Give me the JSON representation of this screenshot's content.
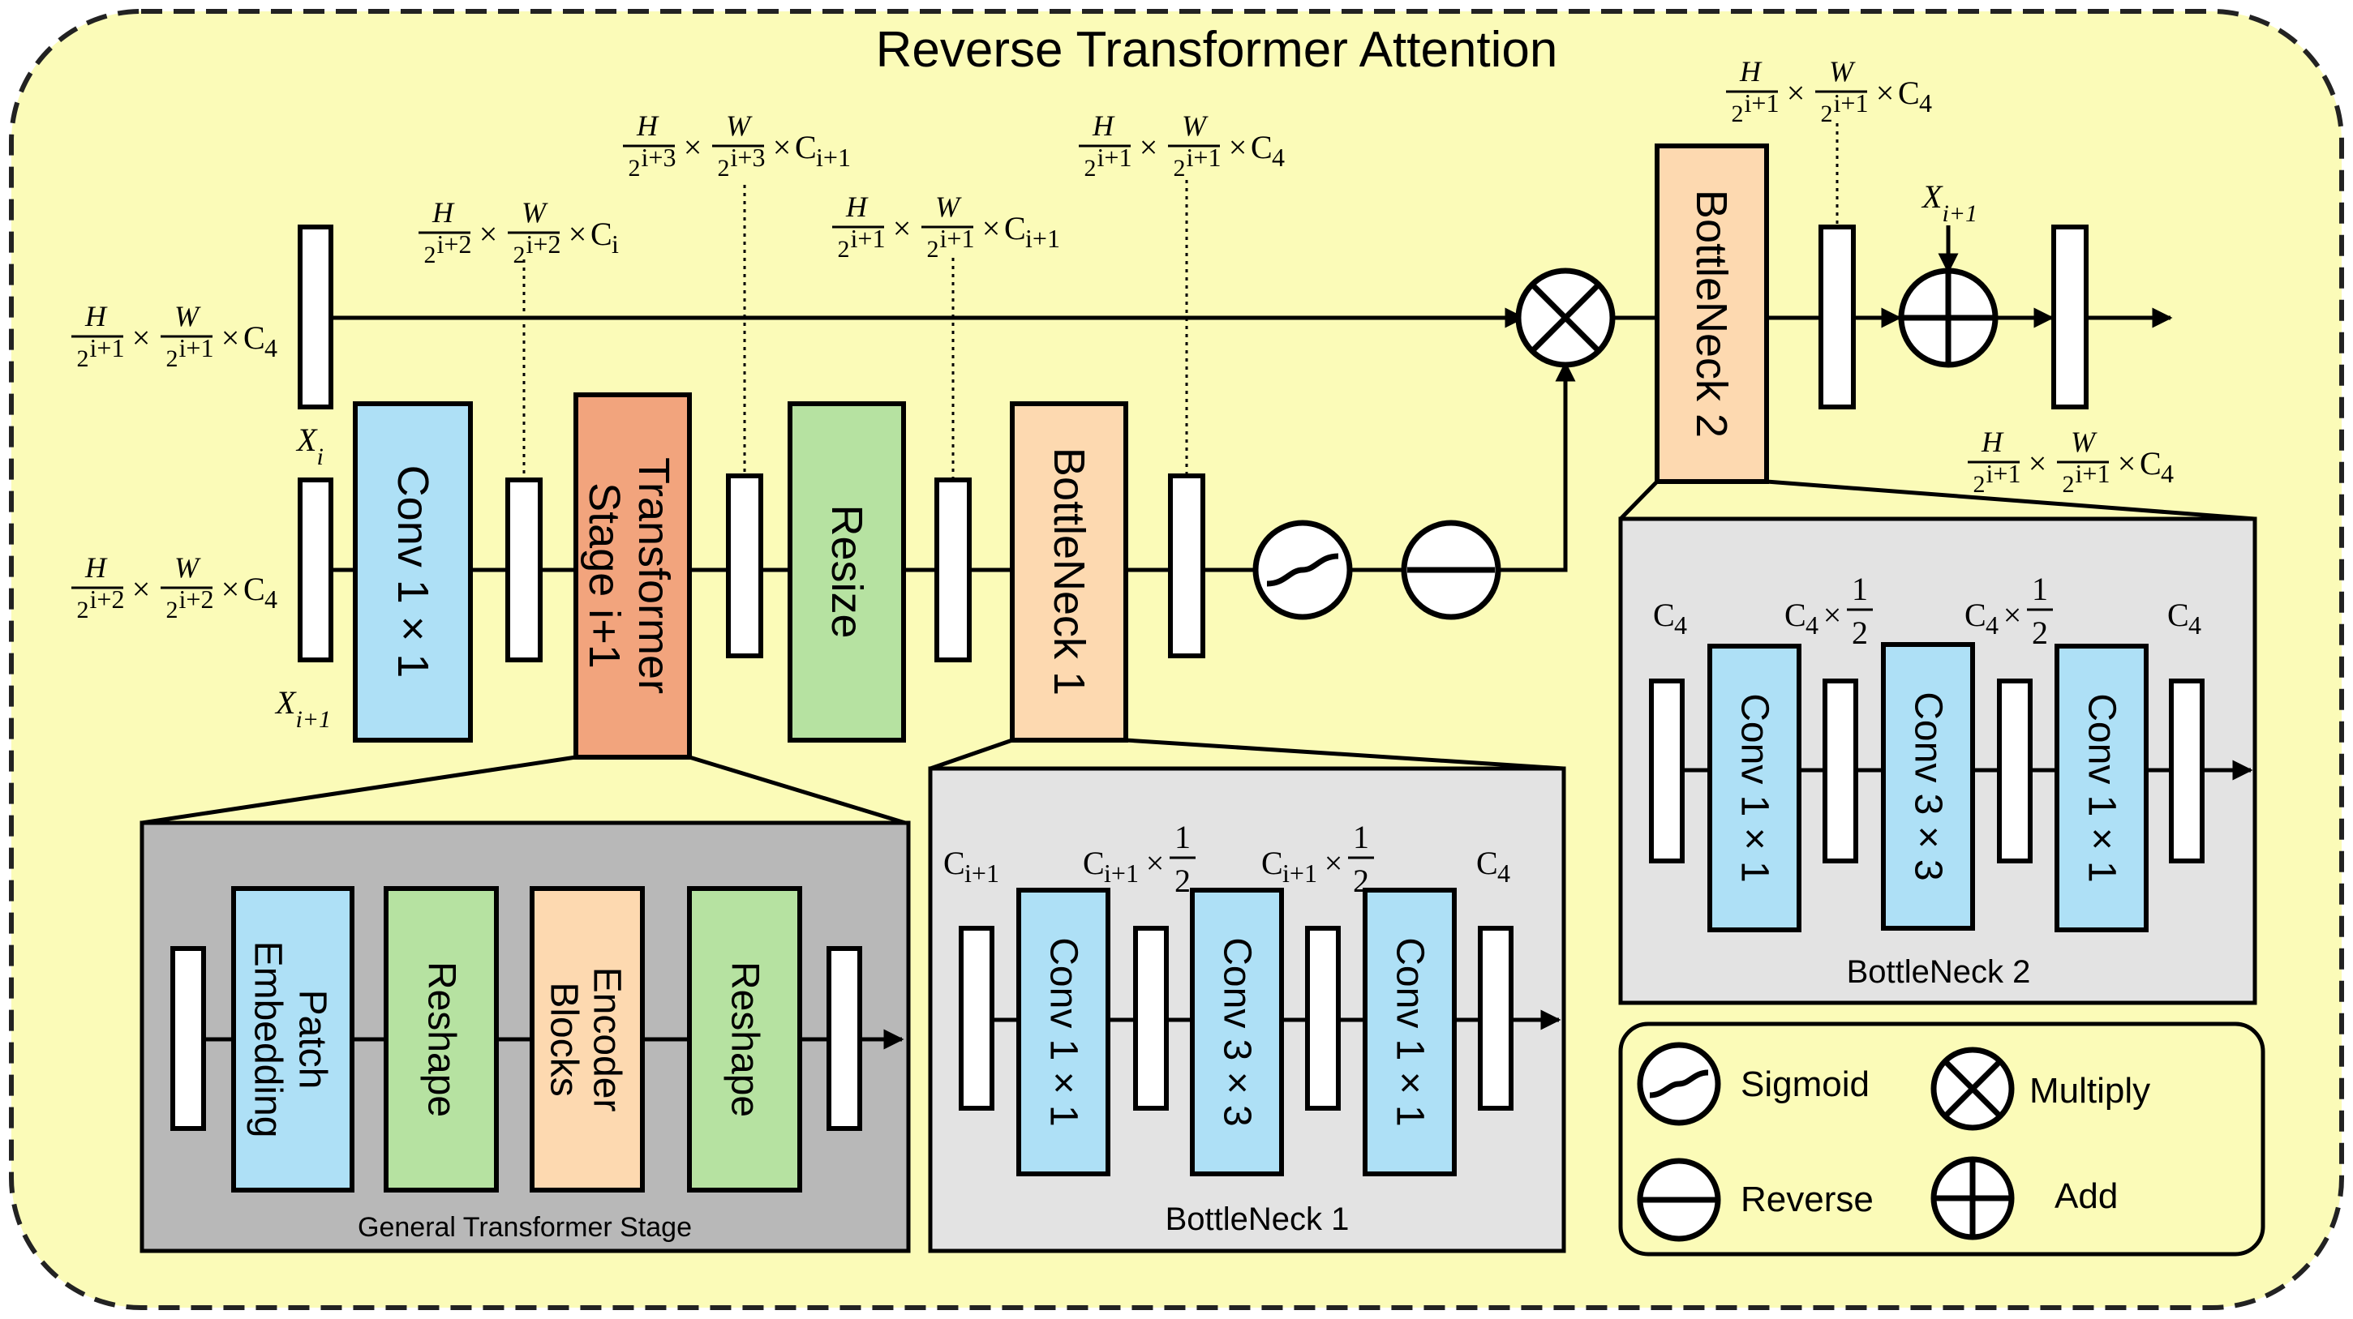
{
  "title": "Reverse Transformer Attention",
  "blocks": {
    "conv1x1": "Conv 1 × 1",
    "transformer_line1": "Transformer",
    "transformer_line2": "Stage i+1",
    "resize": "Resize",
    "bottleneck1": "BottleNeck 1",
    "bottleneck2": "BottleNeck 2"
  },
  "variables": {
    "xi": "X",
    "xi_sub": "i",
    "xi1": "X",
    "xi1_sub": "i+1",
    "xadd": "X",
    "xadd_sub": "i+1"
  },
  "dims": {
    "xi": {
      "h": "H",
      "hd": "2",
      "hde": "i+1",
      "w": "W",
      "wd": "2",
      "wde": "i+1",
      "c": "C",
      "cs": "4"
    },
    "xi1": {
      "h": "H",
      "hd": "2",
      "hde": "i+2",
      "w": "W",
      "wd": "2",
      "wde": "i+2",
      "c": "C",
      "cs": "4"
    },
    "after_conv": {
      "h": "H",
      "hd": "2",
      "hde": "i+2",
      "w": "W",
      "wd": "2",
      "wde": "i+2",
      "c": "C",
      "cs": "i"
    },
    "after_transformer": {
      "h": "H",
      "hd": "2",
      "hde": "i+3",
      "w": "W",
      "wd": "2",
      "wde": "i+3",
      "c": "C",
      "cs": "i+1"
    },
    "after_resize": {
      "h": "H",
      "hd": "2",
      "hde": "i+1",
      "w": "W",
      "wd": "2",
      "wde": "i+1",
      "c": "C",
      "cs": "i+1"
    },
    "after_bn1": {
      "h": "H",
      "hd": "2",
      "hde": "i+1",
      "w": "W",
      "wd": "2",
      "wde": "i+1",
      "c": "C",
      "cs": "4"
    },
    "after_bn2": {
      "h": "H",
      "hd": "2",
      "hde": "i+1",
      "w": "W",
      "wd": "2",
      "wde": "i+1",
      "c": "C",
      "cs": "4"
    },
    "output": {
      "h": "H",
      "hd": "2",
      "hde": "i+1",
      "w": "W",
      "wd": "2",
      "wde": "i+1",
      "c": "C",
      "cs": "4"
    }
  },
  "gts": {
    "caption": "General Transformer Stage",
    "patch_line1": "Patch",
    "patch_line2": "Embedding",
    "reshape1": "Reshape",
    "encoder_line1": "Encoder",
    "encoder_line2": "Blocks",
    "reshape2": "Reshape"
  },
  "bn1": {
    "caption": "BottleNeck 1",
    "conv_a": "Conv 1 × 1",
    "conv_b": "Conv 3 × 3",
    "conv_c": "Conv 1 × 1",
    "ch1": {
      "c": "C",
      "s": "i+1"
    },
    "ch2": {
      "c": "C",
      "s": "i+1",
      "x": "×",
      "num": "1",
      "den": "2"
    },
    "ch3": {
      "c": "C",
      "s": "i+1",
      "x": "×",
      "num": "1",
      "den": "2"
    },
    "ch4": {
      "c": "C",
      "s": "4"
    }
  },
  "bn2": {
    "caption": "BottleNeck 2",
    "conv_a": "Conv 1 × 1",
    "conv_b": "Conv 3 × 3",
    "conv_c": "Conv 1 × 1",
    "ch1": {
      "c": "C",
      "s": "4"
    },
    "ch2": {
      "c": "C",
      "s": "4",
      "x": "×",
      "num": "1",
      "den": "2"
    },
    "ch3": {
      "c": "C",
      "s": "4",
      "x": "×",
      "num": "1",
      "den": "2"
    },
    "ch4": {
      "c": "C",
      "s": "4"
    }
  },
  "legend": {
    "sigmoid": "Sigmoid",
    "multiply": "Multiply",
    "reverse": "Reverse",
    "add": "Add"
  },
  "colors": {
    "background": "#fbfbb8",
    "conv": "#aee0f6",
    "green": "#b6e2a1",
    "peach": "#fdd9b0",
    "salmon": "#f2a47d",
    "panel_dark": "#b8b8b8",
    "panel_light": "#e3e3e3"
  }
}
